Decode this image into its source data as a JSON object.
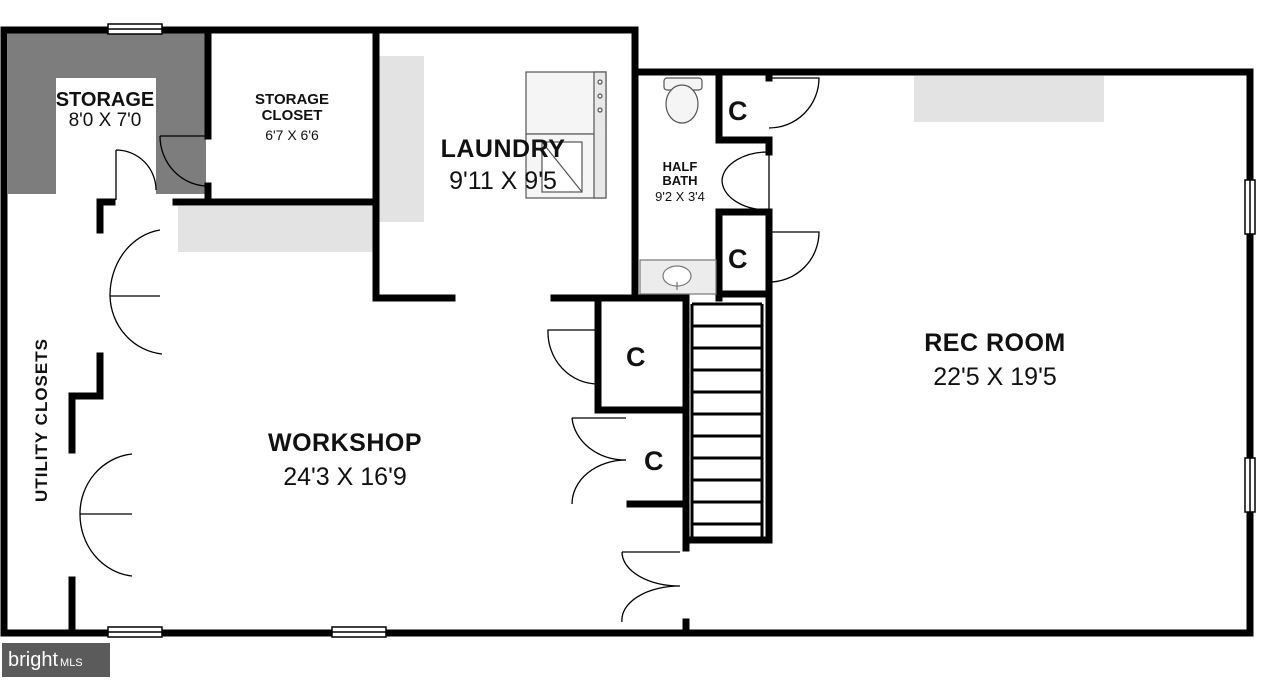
{
  "floor_plan": {
    "rooms": [
      {
        "id": "storage",
        "name": "STORAGE",
        "dims": "8'0 X 7'0"
      },
      {
        "id": "storage-closet",
        "name": "STORAGE\nCLOSET",
        "dims": "6'7 X 6'6"
      },
      {
        "id": "laundry",
        "name": "LAUNDRY",
        "dims": "9'11 X 9'5"
      },
      {
        "id": "half-bath",
        "name": "HALF\nBATH",
        "dims": "9'2 X 3'4"
      },
      {
        "id": "rec-room",
        "name": "REC ROOM",
        "dims": "22'5 X 19'5"
      },
      {
        "id": "workshop",
        "name": "WORKSHOP",
        "dims": "24'3 X 16'9"
      }
    ],
    "closet_label": "C",
    "utility_closets_label": "UTILITY CLOSETS"
  },
  "watermark": {
    "brand": "bright",
    "suffix": "MLS"
  },
  "colors": {
    "wall": "#000000",
    "shade": "#e3e3e3",
    "storage_fill": "#7d7d7d",
    "watermark_bg": "#5b5b5b"
  }
}
